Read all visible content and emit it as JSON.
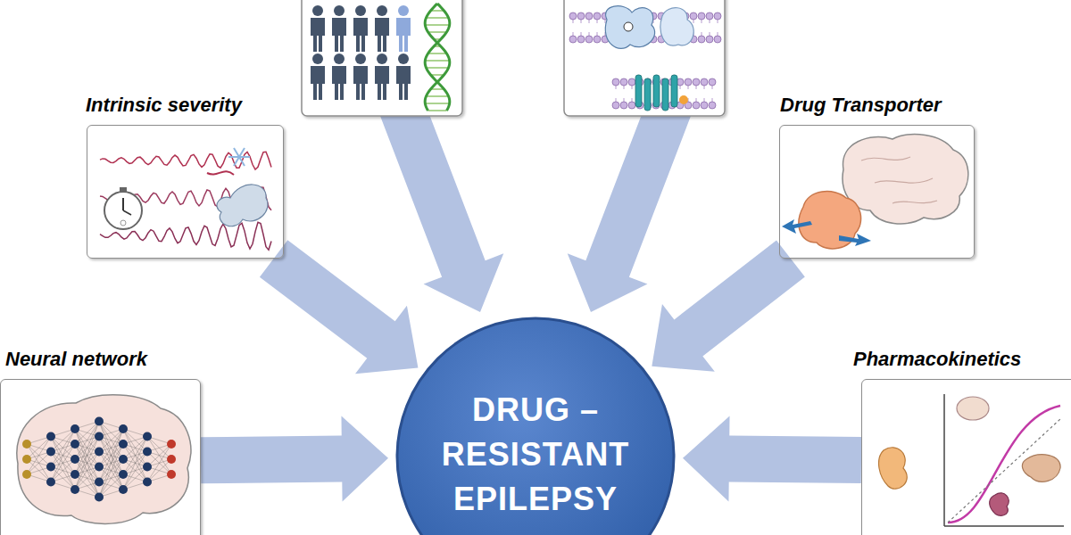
{
  "diagram": {
    "nodes": [
      {
        "text": [
          "Intrinsic severity"
        ]
      },
      {
        "text": [
          "Drug Transporter"
        ]
      },
      {
        "text": [
          "Neural network"
        ]
      },
      {
        "text": [
          "DRUG – RESISTANT EPILEPSY"
        ]
      },
      {
        "text": [
          "Pharmacokinetics"
        ]
      }
    ],
    "edges": [
      {
        "from": 0,
        "to": 3,
        "arrow": "to"
      },
      {
        "from": 1,
        "to": 3,
        "arrow": "to"
      },
      {
        "from": 2,
        "to": 3,
        "arrow": "to"
      },
      {
        "from": 4,
        "to": 3,
        "arrow": "to"
      }
    ]
  }
}
